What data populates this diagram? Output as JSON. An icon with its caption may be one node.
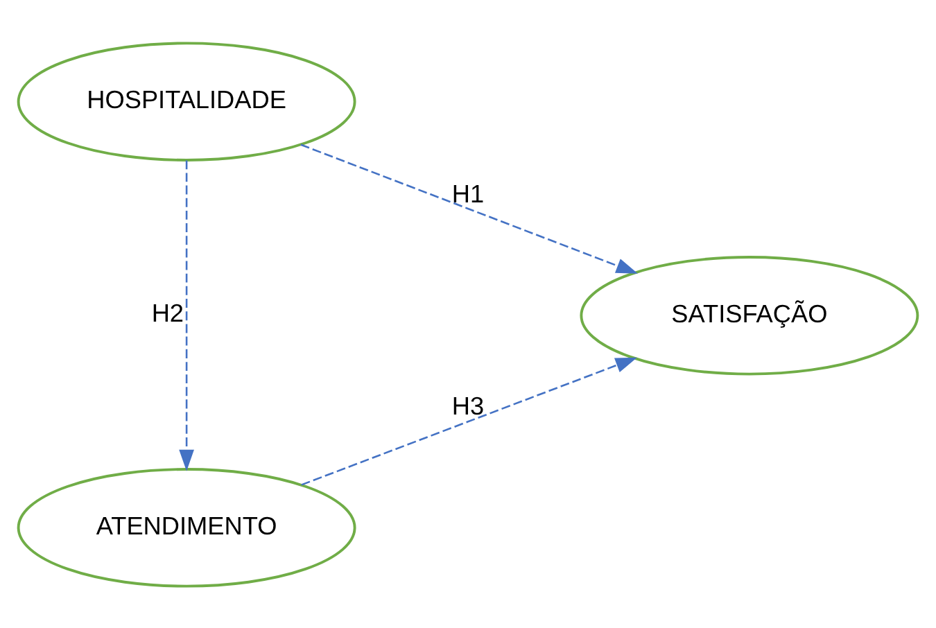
{
  "diagram": {
    "nodes": [
      {
        "text": [
          "ATENDIMENTO"
        ]
      },
      {
        "text": [
          "SATISFAÇÃO"
        ]
      },
      {
        "text": [
          "HOSPITALIDADE"
        ]
      }
    ],
    "edges": [
      {
        "from": 0,
        "to": 1,
        "arrow": "to",
        "label": "H3"
      },
      {
        "from": 2,
        "to": 0,
        "arrow": "to",
        "label": "H2"
      },
      {
        "from": 2,
        "to": 1,
        "arrow": "to",
        "label": "H1"
      }
    ]
  }
}
